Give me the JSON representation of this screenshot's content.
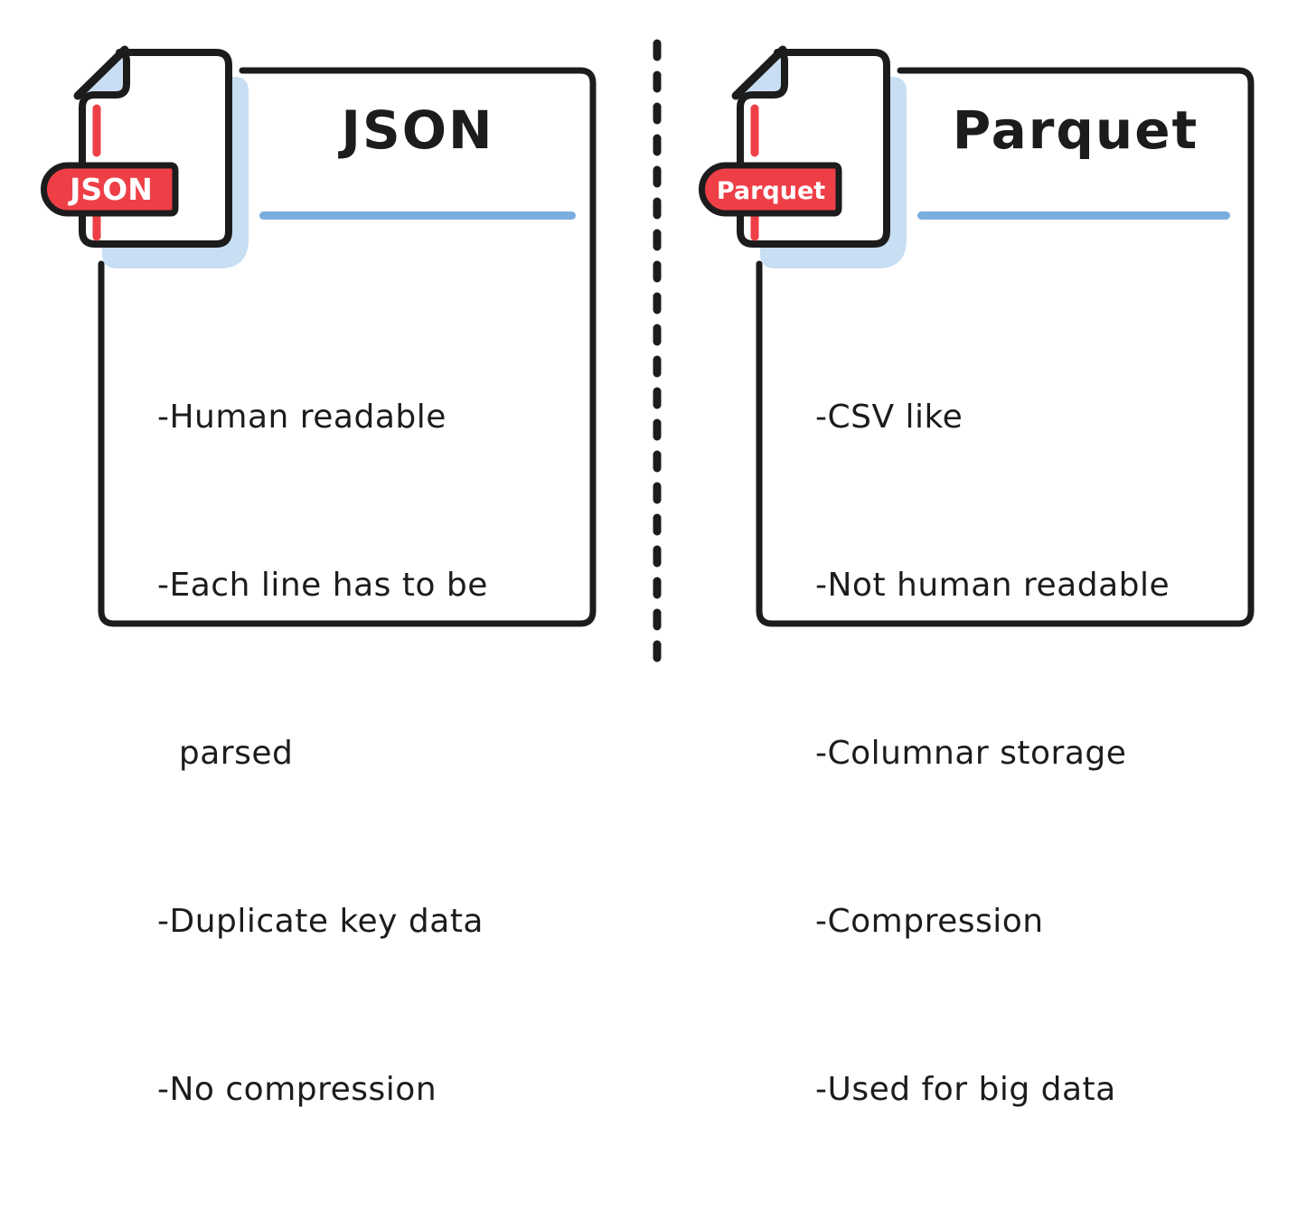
{
  "colors": {
    "ink": "#1c1c1c",
    "red": "#ee3f47",
    "shadow_blue": "#c8def2",
    "underline_blue": "#7aaede",
    "paper_white": "#ffffff",
    "badge_text": "#ffffff"
  },
  "cards": [
    {
      "badge": "JSON",
      "title": "JSON",
      "lines": [
        "-Human readable",
        "-Each line has to be",
        "  parsed",
        "-Duplicate key data",
        "-No compression"
      ]
    },
    {
      "badge": "Parquet",
      "title": "Parquet",
      "lines": [
        "-CSV like",
        "-Not human readable",
        "-Columnar storage",
        "-Compression",
        "-Used for big data"
      ]
    }
  ]
}
